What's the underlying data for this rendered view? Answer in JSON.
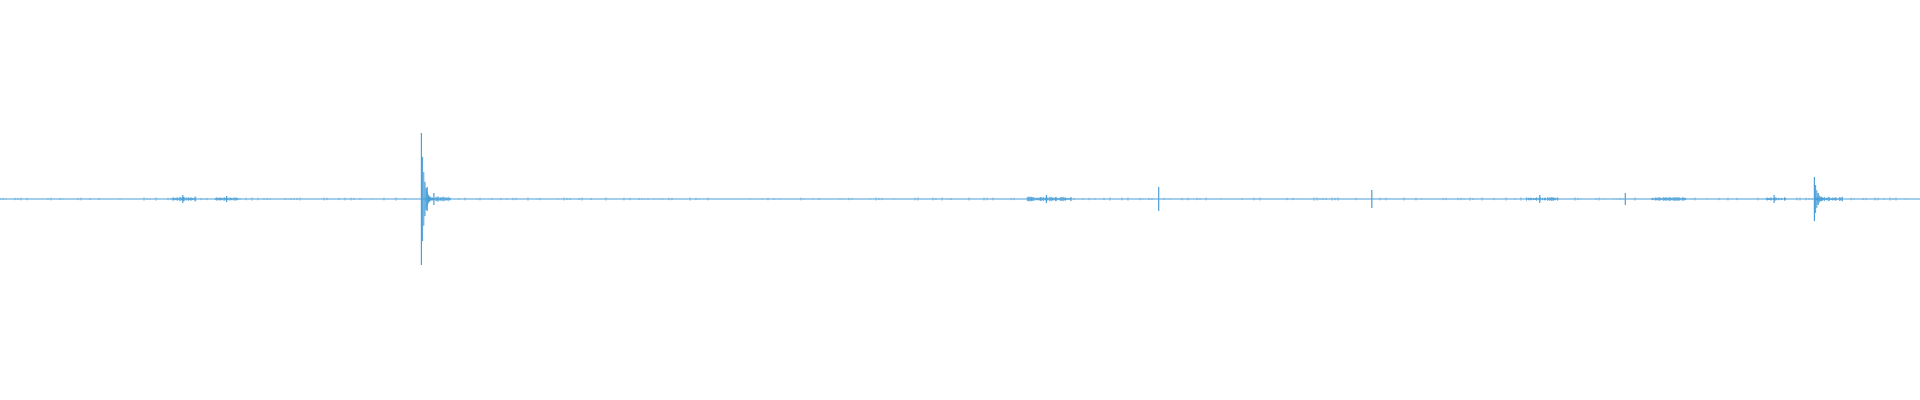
{
  "waveform": {
    "color": "#4a9fd8",
    "spikes": [
      {
        "t": 0.0952,
        "amp": 0.02
      },
      {
        "t": 0.118,
        "amp": 0.015
      },
      {
        "t": 0.2195,
        "amp": 0.33
      },
      {
        "t": 0.2225,
        "amp": 0.06
      },
      {
        "t": 0.226,
        "amp": 0.03
      },
      {
        "t": 0.545,
        "amp": 0.02
      },
      {
        "t": 0.6035,
        "amp": 0.06
      },
      {
        "t": 0.7145,
        "amp": 0.045
      },
      {
        "t": 0.802,
        "amp": 0.02
      },
      {
        "t": 0.8465,
        "amp": 0.03
      },
      {
        "t": 0.924,
        "amp": 0.02
      },
      {
        "t": 0.945,
        "amp": 0.11
      },
      {
        "t": 0.947,
        "amp": 0.03
      }
    ],
    "noise_regions": [
      {
        "start": 0.09,
        "end": 0.102,
        "amp": 0.012
      },
      {
        "start": 0.112,
        "end": 0.124,
        "amp": 0.01
      },
      {
        "start": 0.222,
        "end": 0.235,
        "amp": 0.014
      },
      {
        "start": 0.535,
        "end": 0.558,
        "amp": 0.012
      },
      {
        "start": 0.795,
        "end": 0.812,
        "amp": 0.01
      },
      {
        "start": 0.86,
        "end": 0.878,
        "amp": 0.01
      },
      {
        "start": 0.92,
        "end": 0.93,
        "amp": 0.008
      },
      {
        "start": 0.945,
        "end": 0.96,
        "amp": 0.012
      }
    ]
  }
}
